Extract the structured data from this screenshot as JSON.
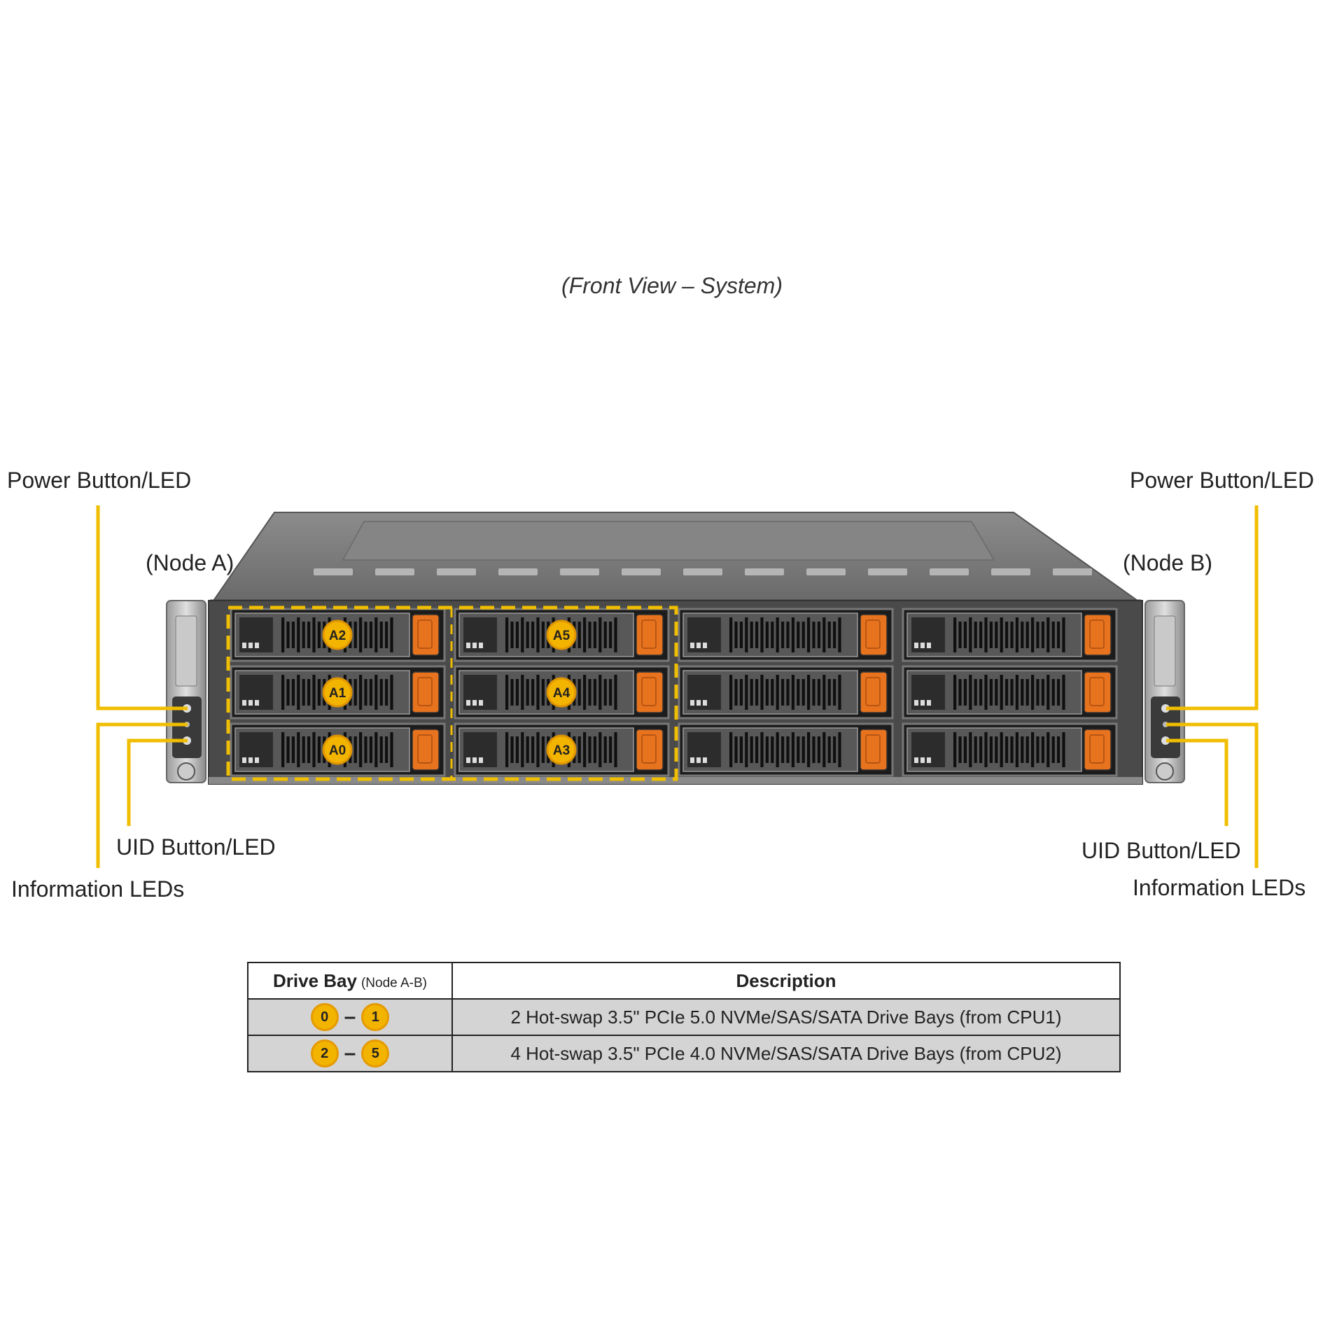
{
  "caption": "(Front View – System)",
  "callouts": {
    "left": {
      "power": "Power Button/LED",
      "node": "(Node A)",
      "uid": "UID Button/LED",
      "info": "Information  LEDs"
    },
    "right": {
      "power": "Power Button/LED",
      "node": "(Node B)",
      "uid": "UID Button/LED",
      "info": "Information  LEDs"
    }
  },
  "drive_bay_labels": [
    "A2",
    "A5",
    "A1",
    "A4",
    "A0",
    "A3"
  ],
  "table": {
    "header": {
      "col1": "Drive Bay",
      "col1_sub": "(Node A-B)",
      "col2": "Description"
    },
    "rows": [
      {
        "from": "0",
        "to": "1",
        "description": "2 Hot-swap  3.5\" PCIe  5.0  NVMe/SAS/SATA Drive  Bays (from  CPU1)"
      },
      {
        "from": "2",
        "to": "5",
        "description": "4 Hot-swap  3.5\" PCIe  4.0  NVMe/SAS/SATA Drive  Bays (from  CPU2)"
      }
    ]
  },
  "colors": {
    "callout_line": "#f0be00",
    "badge": "#f3b400",
    "drive_handle": "#e8731e",
    "chassis": "#6e6e6e"
  }
}
